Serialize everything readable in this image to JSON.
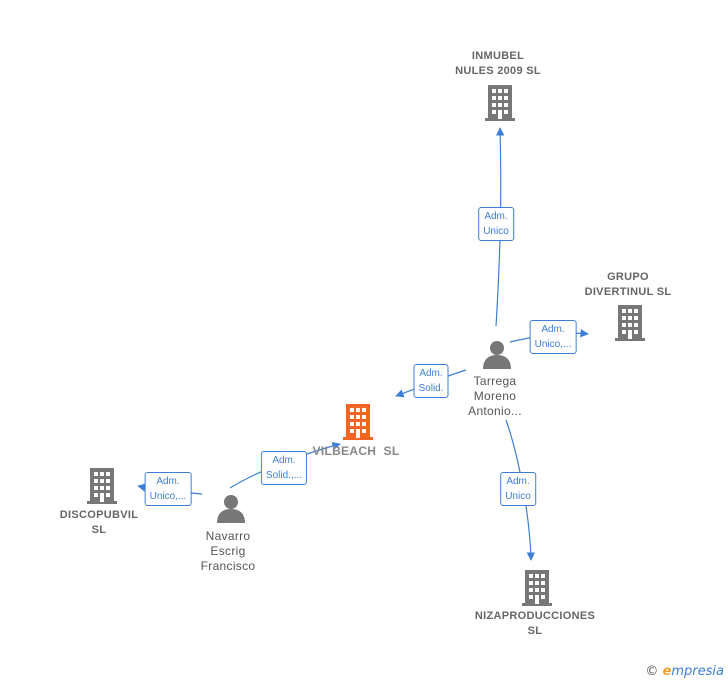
{
  "nodes": {
    "inmubel": {
      "label_line1": "INMUBEL",
      "label_line2": "NULES 2009 SL"
    },
    "grupo": {
      "label_line1": "GRUPO",
      "label_line2": "DIVERTINUL SL"
    },
    "vilbeach": {
      "label_line1": "VILBEACH  SL"
    },
    "discopubvil": {
      "label_line1": "DISCOPUBVIL",
      "label_line2": "SL"
    },
    "nizaproducciones": {
      "label_line1": "NIZAPRODUCCIONES",
      "label_line2": "SL"
    },
    "tarrega": {
      "label_line1": "Tarrega",
      "label_line2": "Moreno",
      "label_line3": "Antonio..."
    },
    "navarro": {
      "label_line1": "Navarro",
      "label_line2": "Escrig",
      "label_line3": "Francisco"
    }
  },
  "edges": {
    "tarrega_inmubel": {
      "line1": "Adm.",
      "line2": "Unico"
    },
    "tarrega_grupo": {
      "line1": "Adm.",
      "line2": "Unico,..."
    },
    "tarrega_vilbeach": {
      "line1": "Adm.",
      "line2": "Solid."
    },
    "tarrega_niza": {
      "line1": "Adm.",
      "line2": "Unico"
    },
    "navarro_vilbeach": {
      "line1": "Adm.",
      "line2": "Solid.,..."
    },
    "navarro_disco": {
      "line1": "Adm.",
      "line2": "Unico,..."
    }
  },
  "colors": {
    "company": "#777777",
    "company_focus": "#f26522",
    "person": "#777777",
    "edge": "#3d7fd6"
  },
  "footer": {
    "copyright": "©",
    "brand_e": "e",
    "brand_rest": "mpresia"
  }
}
